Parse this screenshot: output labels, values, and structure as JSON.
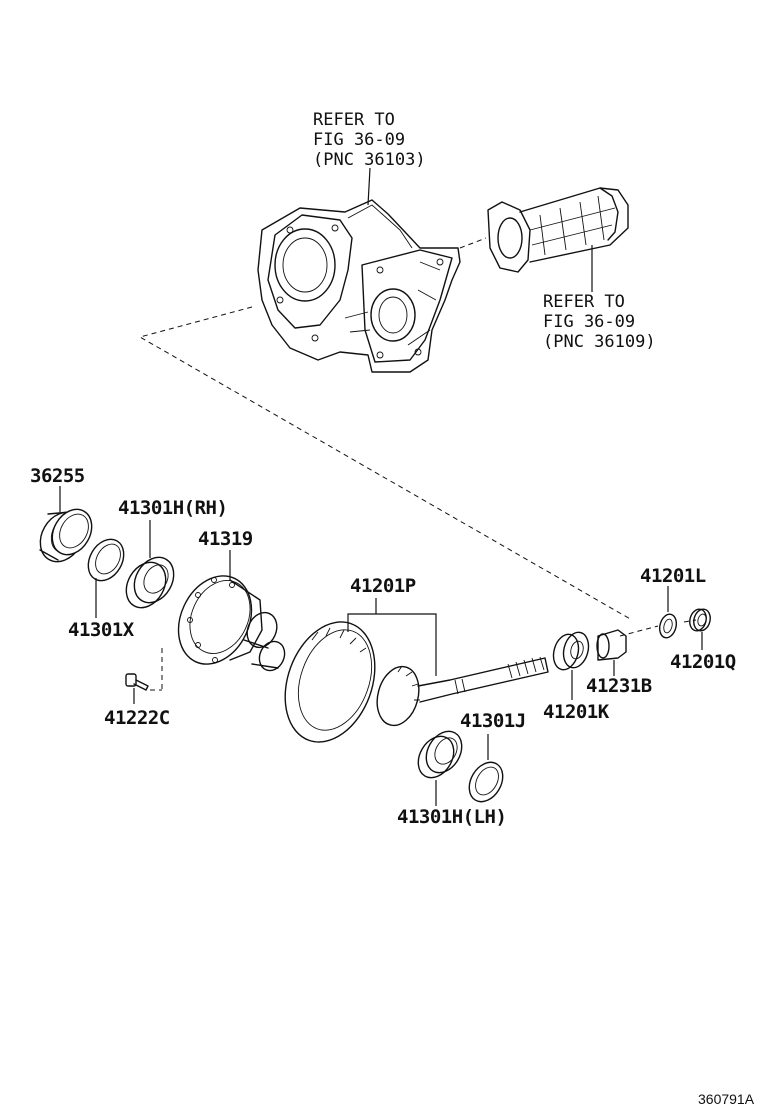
{
  "diagram": {
    "refer_upper": {
      "line1": "REFER TO",
      "line2": "FIG 36-09",
      "line3": "(PNC 36103)"
    },
    "refer_right": {
      "line1": "REFER TO",
      "line2": "FIG 36-09",
      "line3": "(PNC 36109)"
    },
    "parts": {
      "p36255": "36255",
      "p41301H_RH": "41301H(RH)",
      "p41319": "41319",
      "p41201P": "41201P",
      "p41201L": "41201L",
      "p41301X": "41301X",
      "p41201Q": "41201Q",
      "p41231B": "41231B",
      "p41222C": "41222C",
      "p41201K": "41201K",
      "p41301J": "41301J",
      "p41301H_LH": "41301H(LH)"
    },
    "figure_id": "360791A"
  }
}
